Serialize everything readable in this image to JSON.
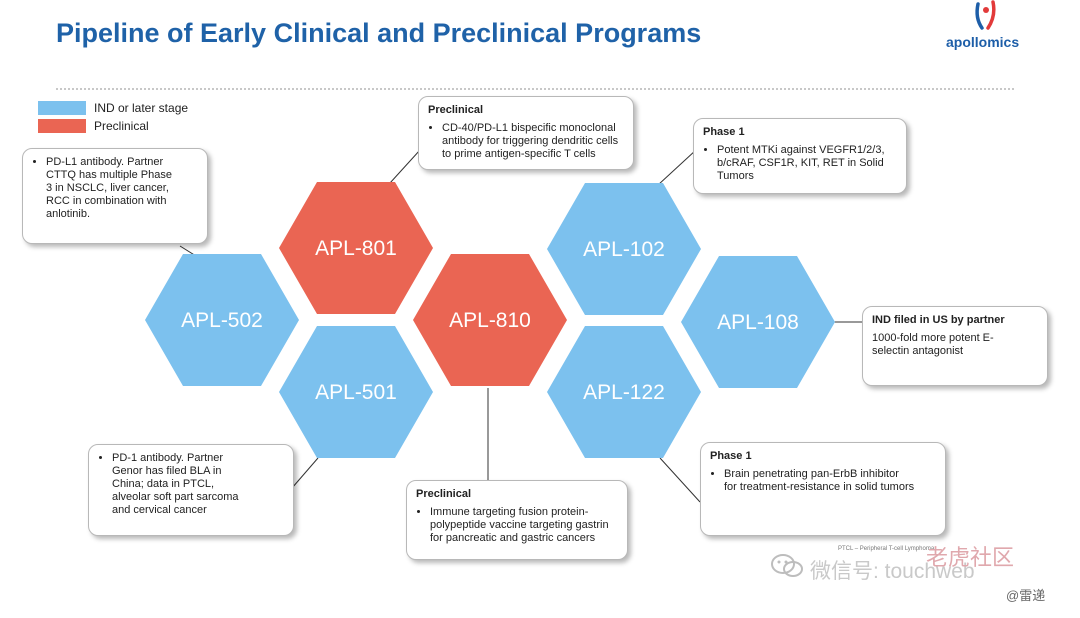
{
  "title": "Pipeline of Early Clinical and Preclinical Programs",
  "logo": {
    "text": "apollomics",
    "icon": "apollomics-logo-icon"
  },
  "colors": {
    "ind_or_later": "#7cc1ee",
    "preclinical": "#ea6553",
    "title": "#1f62a8",
    "connector": "#333333"
  },
  "legend": [
    {
      "label": "IND or later stage",
      "color": "#7cc1ee"
    },
    {
      "label": "Preclinical",
      "color": "#ea6553"
    }
  ],
  "hexagons": [
    {
      "id": "apl-502",
      "label": "APL-502",
      "stage": "ind_or_later"
    },
    {
      "id": "apl-801",
      "label": "APL-801",
      "stage": "preclinical"
    },
    {
      "id": "apl-501",
      "label": "APL-501",
      "stage": "ind_or_later"
    },
    {
      "id": "apl-810",
      "label": "APL-810",
      "stage": "preclinical"
    },
    {
      "id": "apl-102",
      "label": "APL-102",
      "stage": "ind_or_later"
    },
    {
      "id": "apl-122",
      "label": "APL-122",
      "stage": "ind_or_later"
    },
    {
      "id": "apl-108",
      "label": "APL-108",
      "stage": "ind_or_later"
    }
  ],
  "callouts": {
    "apl_502": {
      "lines": [
        "PD-L1 antibody. Partner",
        "CTTQ has multiple  Phase",
        "3 in NSCLC, liver cancer,",
        "RCC in combination with",
        "anlotinib."
      ]
    },
    "apl_801": {
      "heading": "Preclinical",
      "lines": [
        "CD-40/PD-L1 bispecific monoclonal",
        "antibody for triggering dendritic cells",
        "to prime antigen-specific T cells"
      ]
    },
    "apl_102": {
      "heading": "Phase 1",
      "lines": [
        "Potent MTKi against VEGFR1/2/3,",
        "b/cRAF, CSF1R, KIT, RET in Solid",
        "Tumors"
      ]
    },
    "apl_108": {
      "heading": "IND filed in US by partner",
      "lines": [
        "1000-fold more potent E-",
        "selectin antagonist"
      ]
    },
    "apl_501": {
      "lines": [
        "PD-1 antibody. Partner",
        "Genor has filed BLA in",
        "China; data in PTCL,",
        "alveolar soft part sarcoma",
        "and cervical cancer"
      ]
    },
    "apl_810": {
      "heading": "Preclinical",
      "lines": [
        "Immune targeting fusion protein-",
        "polypeptide vaccine targeting gastrin",
        "for pancreatic and gastric cancers"
      ]
    },
    "apl_122": {
      "heading": "Phase 1",
      "lines": [
        "Brain penetrating pan-ErbB inhibitor",
        "for treatment-resistance in solid tumors"
      ]
    }
  },
  "footnote": "PTCL – Peripheral T-cell Lymphoma",
  "watermark": {
    "wechat": "微信号: touchweb",
    "site": "老虎社区",
    "author": "@雷递"
  }
}
